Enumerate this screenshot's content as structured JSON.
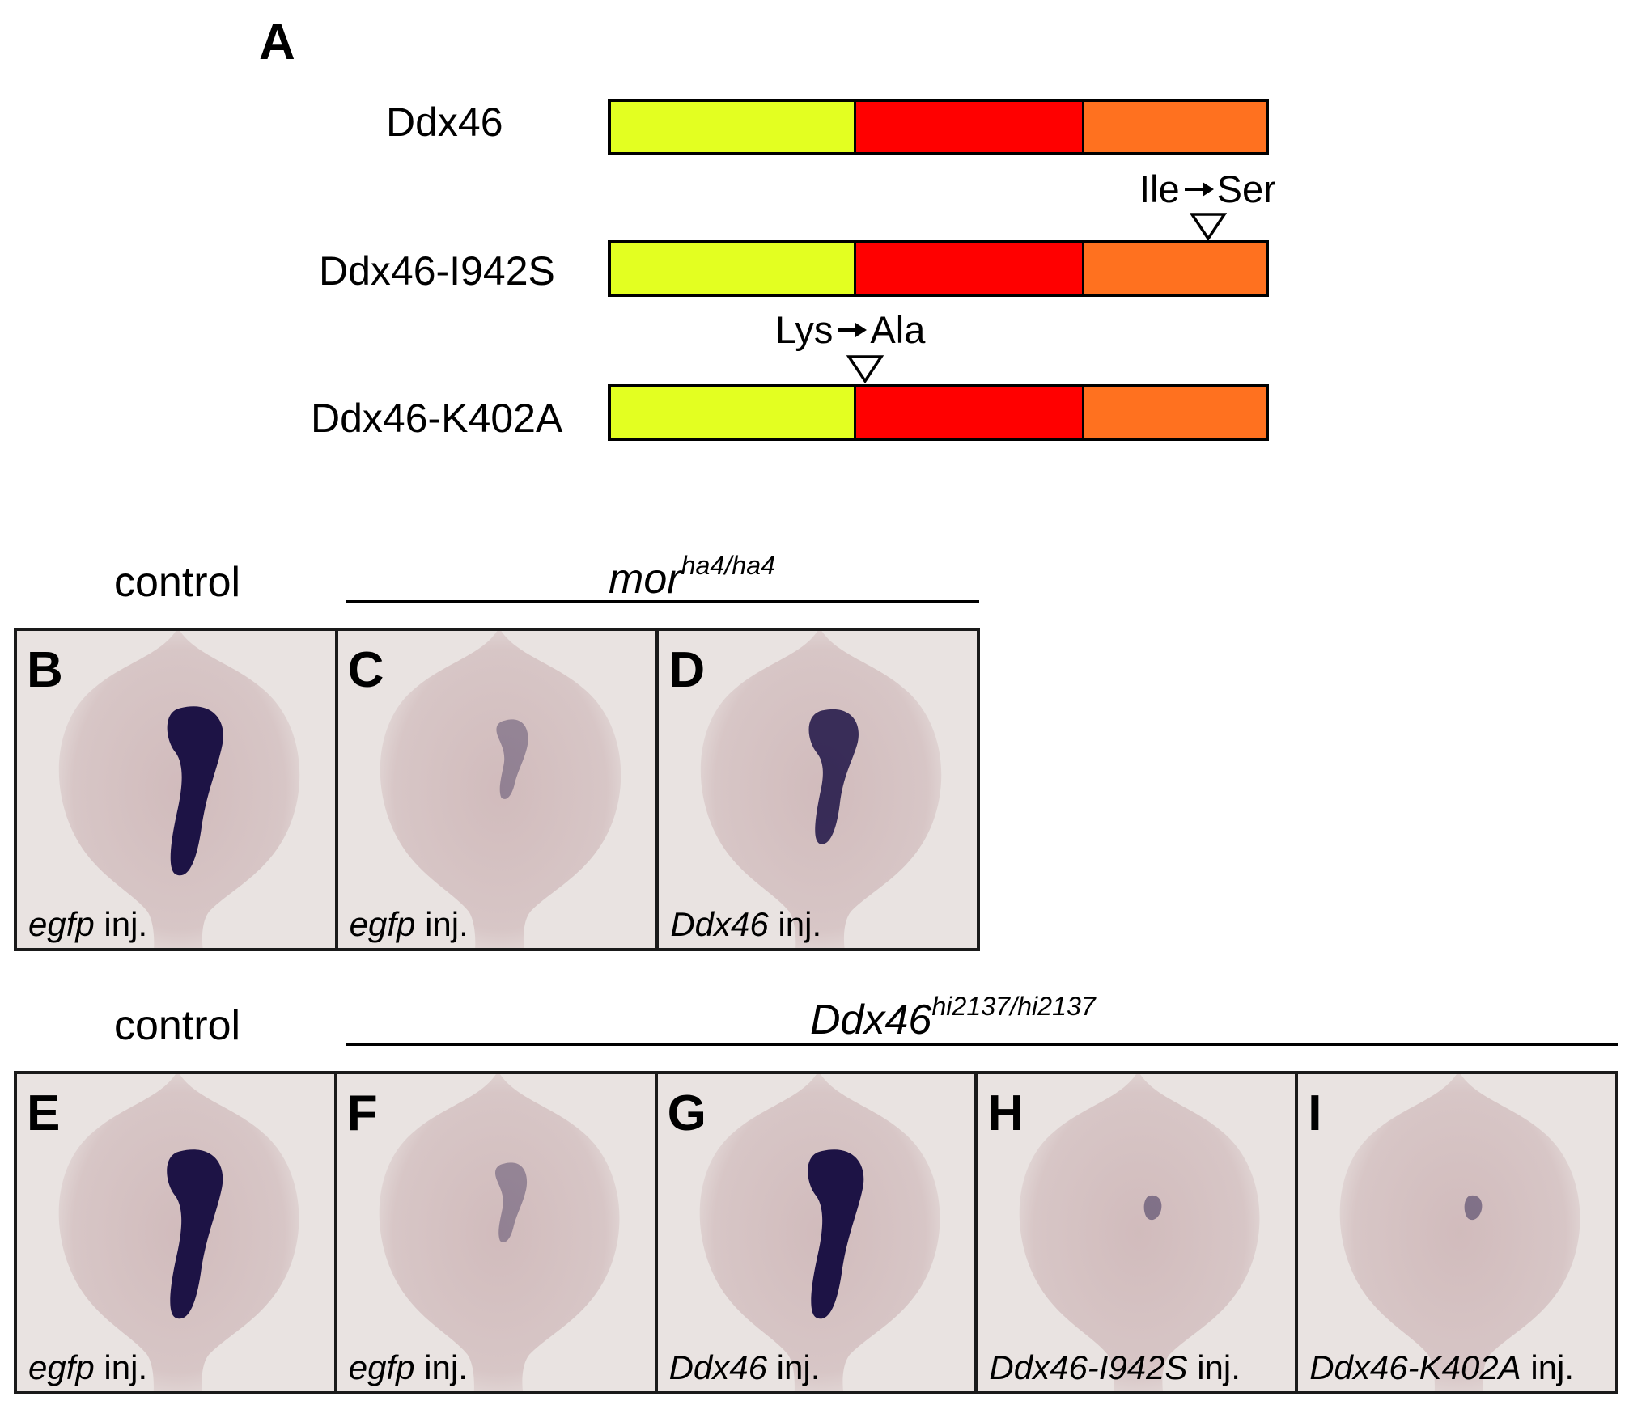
{
  "panel_a": {
    "letter": "A",
    "constructs": [
      {
        "label": "Ddx46",
        "mutation": null
      },
      {
        "label": "Ddx46-I942S",
        "mutation": {
          "from": "Ile",
          "to": "Ser"
        }
      },
      {
        "label": "Ddx46-K402A",
        "mutation": {
          "from": "Lys",
          "to": "Ala"
        }
      }
    ],
    "domain_colors": [
      "#e3ff21",
      "#ff0000",
      "#ff711f"
    ]
  },
  "row1": {
    "control_label": "control",
    "group_label_main": "mor",
    "group_label_sup": "ha4/ha4",
    "panels": [
      {
        "letter": "B",
        "caption_italic": "egfp",
        "caption_rest": " inj.",
        "stain": "strong"
      },
      {
        "letter": "C",
        "caption_italic": "egfp",
        "caption_rest": " inj.",
        "stain": "faint"
      },
      {
        "letter": "D",
        "caption_italic": "Ddx46",
        "caption_rest": " inj.",
        "stain": "medium"
      }
    ]
  },
  "row2": {
    "control_label": "control",
    "group_label_main": "Ddx46",
    "group_label_sup": "hi2137/hi2137",
    "panels": [
      {
        "letter": "E",
        "caption_italic": "egfp",
        "caption_rest": " inj.",
        "stain": "strong"
      },
      {
        "letter": "F",
        "caption_italic": "egfp",
        "caption_rest": " inj.",
        "stain": "faint"
      },
      {
        "letter": "G",
        "caption_italic": "Ddx46",
        "caption_rest": " inj.",
        "stain": "strong"
      },
      {
        "letter": "H",
        "caption_italic": "Ddx46-I942S",
        "caption_rest": " inj.",
        "stain": "trace"
      },
      {
        "letter": "I",
        "caption_italic": "Ddx46-K402A",
        "caption_rest": " inj.",
        "stain": "trace"
      }
    ]
  },
  "colors": {
    "embryo_tint": "#c9aeb0",
    "stain": "#1d1345",
    "background_tissue": "#e9e3e1"
  }
}
